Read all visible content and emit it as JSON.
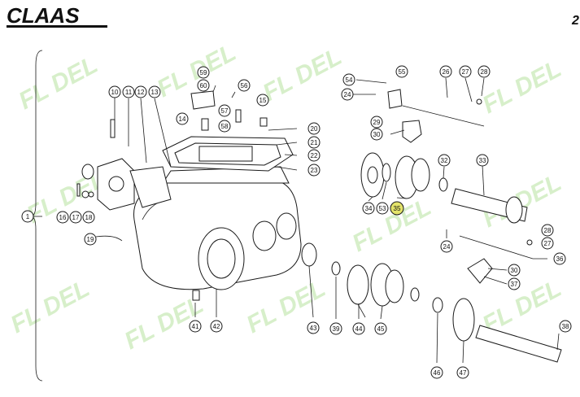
{
  "header": {
    "brand": "CLAAS",
    "page_mark": "2"
  },
  "watermark": {
    "text": "FL DEL",
    "color": "#b8e3a0"
  },
  "callouts": {
    "c1": "1",
    "c10": "10",
    "c11": "11",
    "c12": "12",
    "c13": "13",
    "c14": "14",
    "c15": "15",
    "c16": "16",
    "c17": "17",
    "c18": "18",
    "c19": "19",
    "c20": "20",
    "c21": "21",
    "c22": "22",
    "c23": "23",
    "c24a": "24",
    "c24b": "24",
    "c26": "26",
    "c27a": "27",
    "c27b": "27",
    "c28a": "28",
    "c28b": "28",
    "c29": "29",
    "c30a": "30",
    "c30b": "30",
    "c32": "32",
    "c33": "33",
    "c34": "34",
    "c35": "35",
    "c36": "36",
    "c37": "37",
    "c38": "38",
    "c39": "39",
    "c41": "41",
    "c42": "42",
    "c43": "43",
    "c44": "44",
    "c45": "45",
    "c46": "46",
    "c47": "47",
    "c53": "53",
    "c54": "54",
    "c55": "55",
    "c56": "56",
    "c57": "57",
    "c58": "58",
    "c59": "59",
    "c60": "60"
  },
  "highlight_color": "#e3e36a"
}
